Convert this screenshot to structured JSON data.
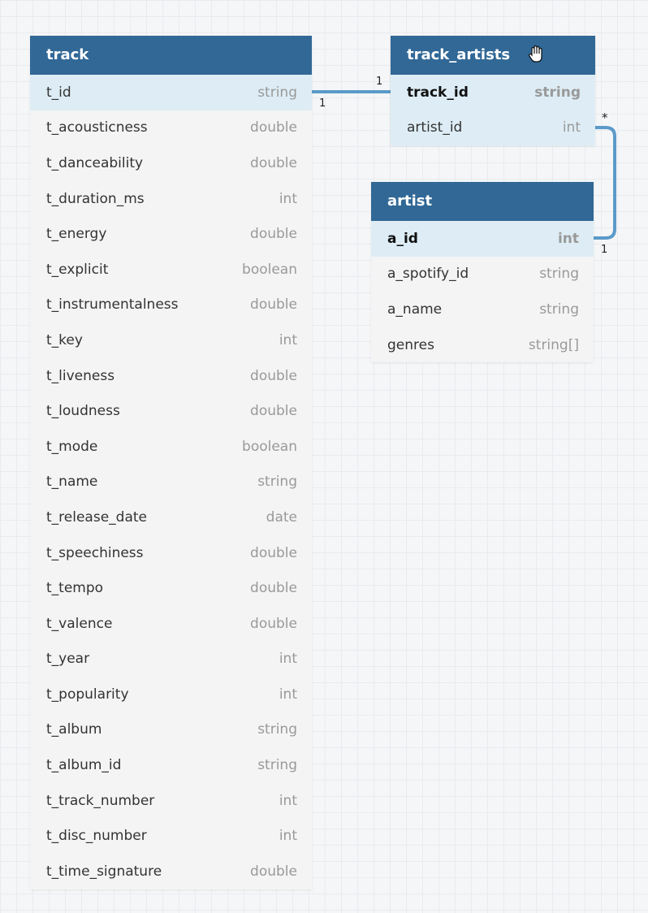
{
  "tables": {
    "track": {
      "name": "track",
      "columns": [
        {
          "name": "t_id",
          "type": "string"
        },
        {
          "name": "t_acousticness",
          "type": "double"
        },
        {
          "name": "t_danceability",
          "type": "double"
        },
        {
          "name": "t_duration_ms",
          "type": "int"
        },
        {
          "name": "t_energy",
          "type": "double"
        },
        {
          "name": "t_explicit",
          "type": "boolean"
        },
        {
          "name": "t_instrumentalness",
          "type": "double"
        },
        {
          "name": "t_key",
          "type": "int"
        },
        {
          "name": "t_liveness",
          "type": "double"
        },
        {
          "name": "t_loudness",
          "type": "double"
        },
        {
          "name": "t_mode",
          "type": "boolean"
        },
        {
          "name": "t_name",
          "type": "string"
        },
        {
          "name": "t_release_date",
          "type": "date"
        },
        {
          "name": "t_speechiness",
          "type": "double"
        },
        {
          "name": "t_tempo",
          "type": "double"
        },
        {
          "name": "t_valence",
          "type": "double"
        },
        {
          "name": "t_year",
          "type": "int"
        },
        {
          "name": "t_popularity",
          "type": "int"
        },
        {
          "name": "t_album",
          "type": "string"
        },
        {
          "name": "t_album_id",
          "type": "string"
        },
        {
          "name": "t_track_number",
          "type": "int"
        },
        {
          "name": "t_disc_number",
          "type": "int"
        },
        {
          "name": "t_time_signature",
          "type": "double"
        }
      ]
    },
    "track_artists": {
      "name": "track_artists",
      "columns": [
        {
          "name": "track_id",
          "type": "string"
        },
        {
          "name": "artist_id",
          "type": "int"
        }
      ]
    },
    "artist": {
      "name": "artist",
      "columns": [
        {
          "name": "a_id",
          "type": "int"
        },
        {
          "name": "a_spotify_id",
          "type": "string"
        },
        {
          "name": "a_name",
          "type": "string"
        },
        {
          "name": "genres",
          "type": "string[]"
        }
      ]
    }
  },
  "relations": [
    {
      "from": "track.t_id",
      "to": "track_artists.track_id",
      "from_card": "1",
      "to_card": "1"
    },
    {
      "from": "track_artists.artist_id",
      "to": "artist.a_id",
      "from_card": "*",
      "to_card": "1"
    }
  ],
  "colors": {
    "header": "#316896",
    "highlight_row": "#deedf5",
    "row": "#f4f4f4",
    "connector": "#5b9ac9"
  },
  "icons": {
    "cursor": "hand-icon"
  }
}
